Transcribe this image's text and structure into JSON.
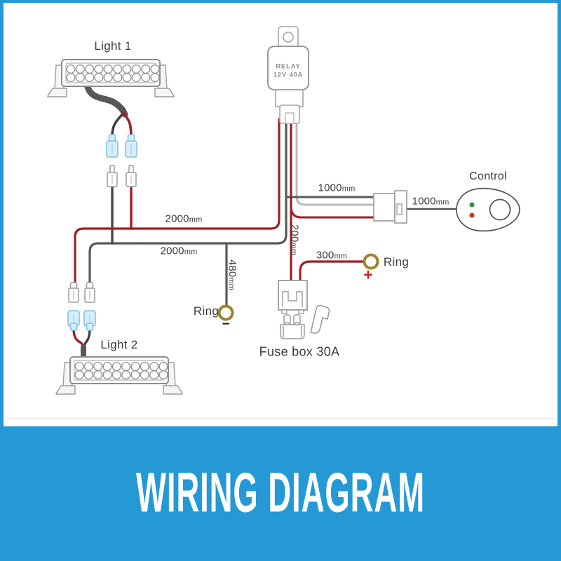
{
  "banner": {
    "title": "WIRING DIAGRAM"
  },
  "components": {
    "light1": {
      "label": "Light 1"
    },
    "light2": {
      "label": "Light 2"
    },
    "relay": {
      "name": "RELAY",
      "rating": "12V 40A"
    },
    "control": {
      "label": "Control"
    },
    "fuse_box": {
      "label": "Fuse box 30A"
    },
    "ring_negative": {
      "label": "Ring",
      "symbol": "−"
    },
    "ring_positive": {
      "label": "Ring",
      "symbol": "+"
    }
  },
  "measurements": {
    "red_bus": {
      "value": "2000",
      "unit": "mm"
    },
    "black_bus": {
      "value": "2000",
      "unit": "mm"
    },
    "relay_to_connector": {
      "value": "1000",
      "unit": "mm"
    },
    "connector_to_control": {
      "value": "1000",
      "unit": "mm"
    },
    "ground_wire": {
      "value": "480",
      "unit": "mm"
    },
    "relay_to_fusebox": {
      "value": "200",
      "unit": "mm"
    },
    "fusebox_to_ring": {
      "value": "300",
      "unit": "mm"
    }
  },
  "colors": {
    "frame_blue": "#2499d6",
    "wire_red": "#9e1f24",
    "wire_dark": "#58595b",
    "wire_light_gray": "#b8b9bb",
    "ring_gold": "#9c8529",
    "positive_red": "#cf2026",
    "indicator_green": "#3a9143",
    "indicator_red": "#c0392b",
    "text_dark": "#3b3b3c"
  }
}
